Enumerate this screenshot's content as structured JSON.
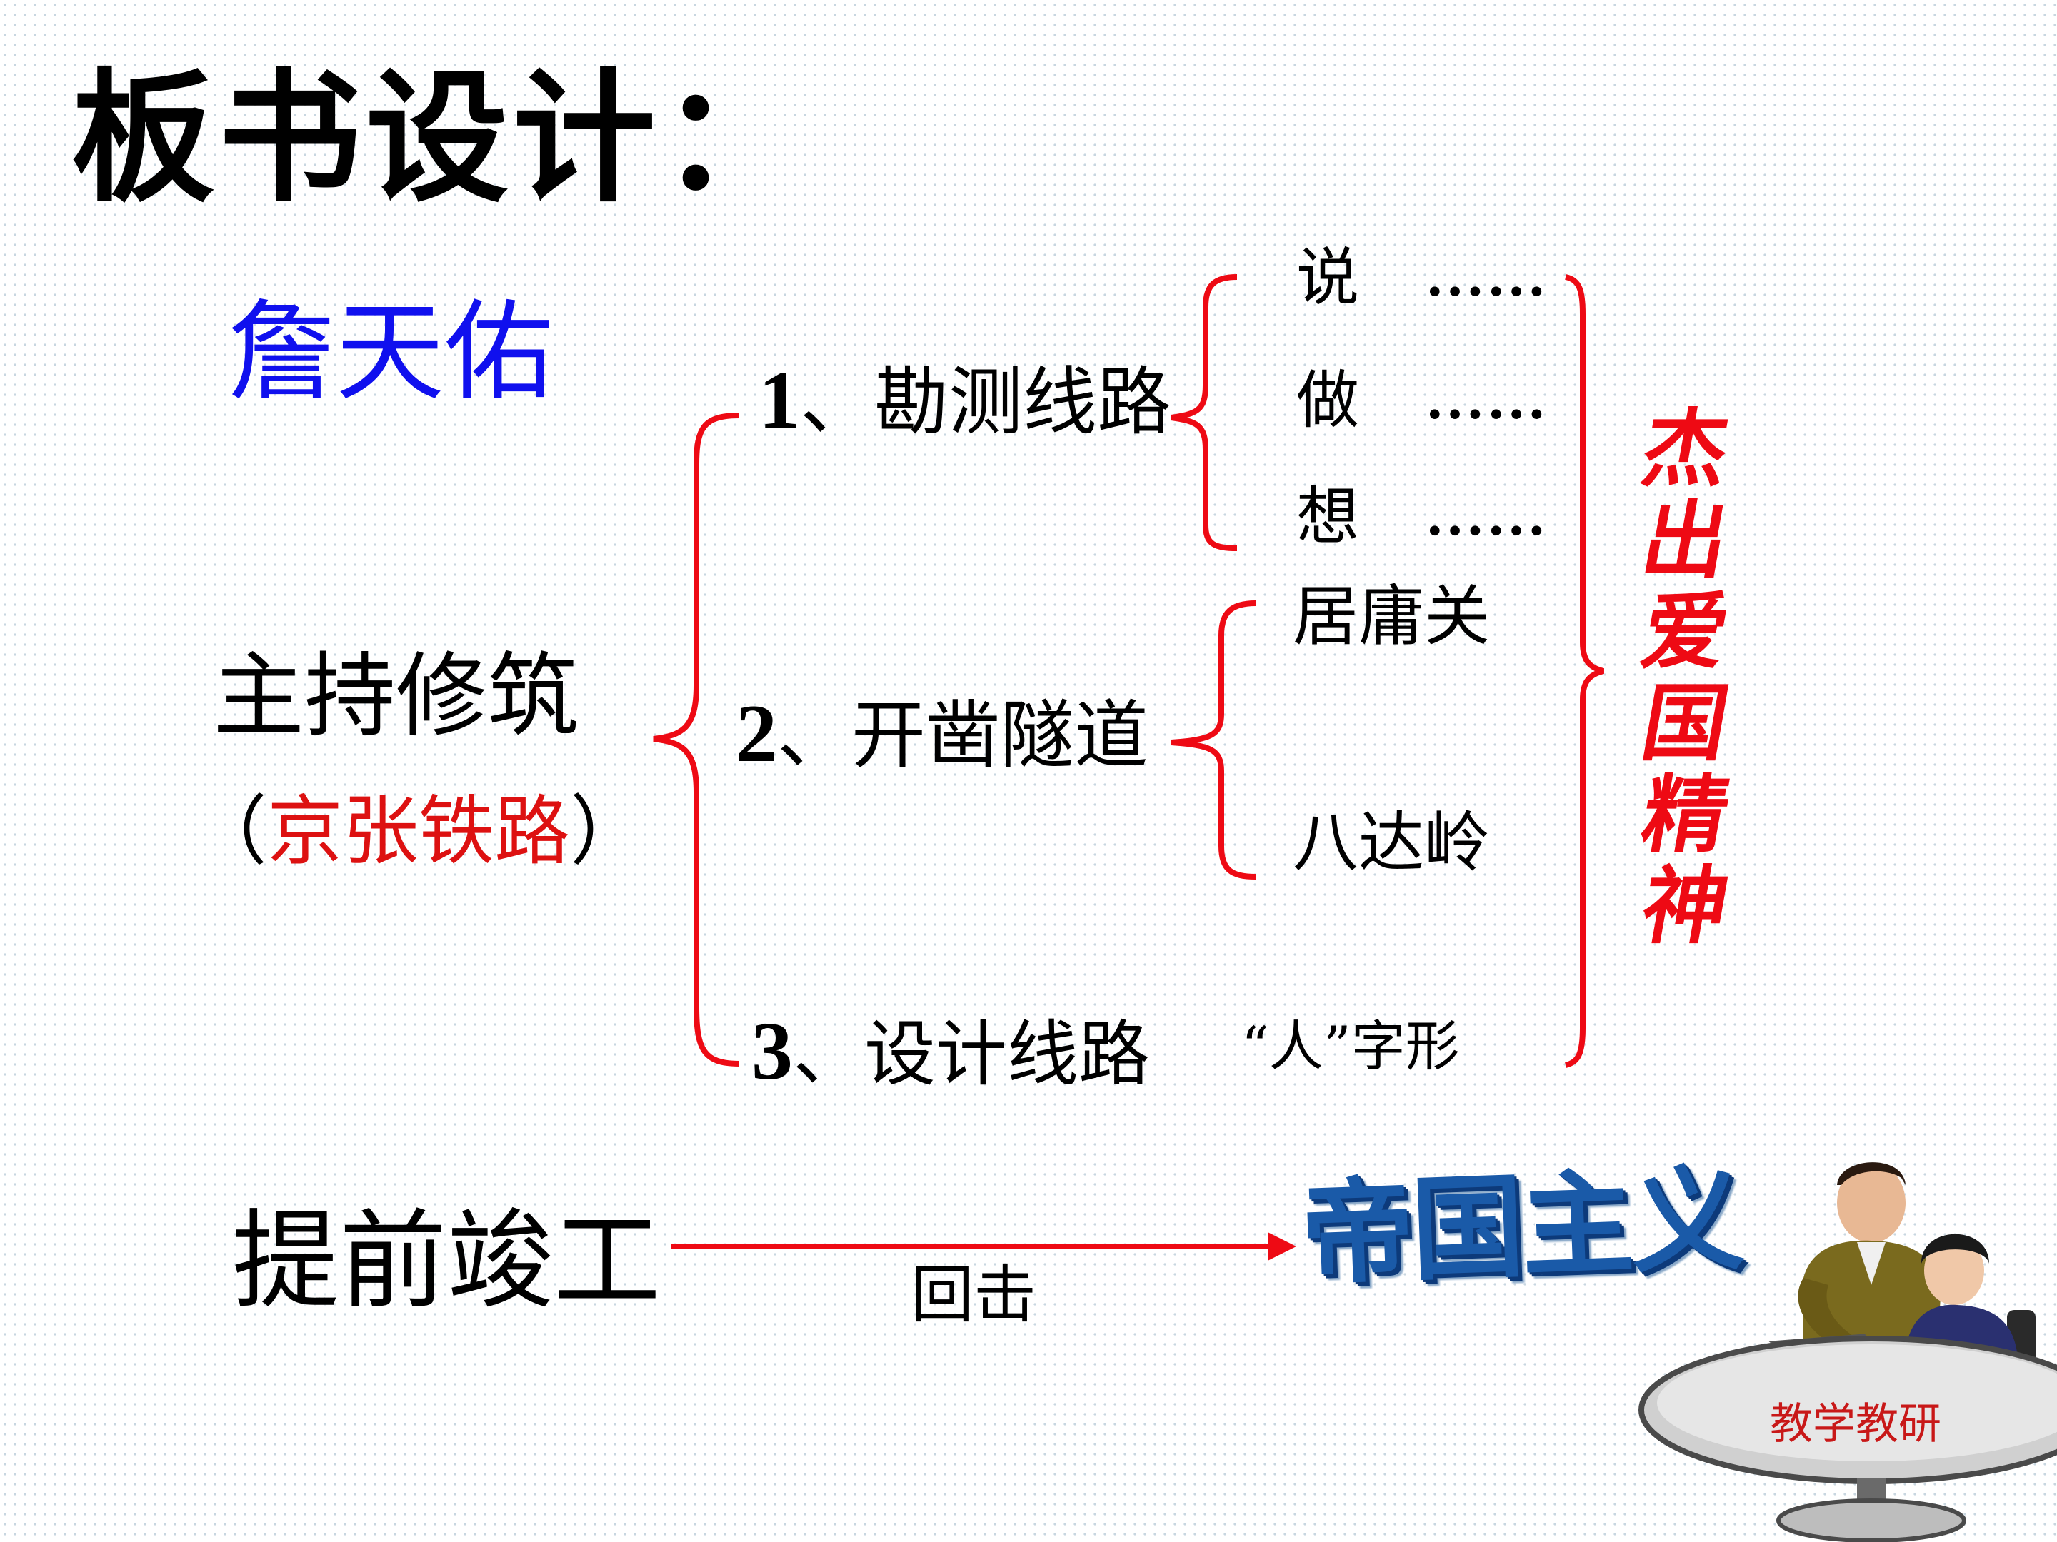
{
  "title": "板书设计：",
  "subject": "詹天佑",
  "main": {
    "label": "主持修筑",
    "paren_open": "（",
    "railway": "京张铁路",
    "paren_close": "）"
  },
  "steps": [
    {
      "num": "1",
      "text": "、勘测线路"
    },
    {
      "num": "2",
      "text": "、开凿隧道"
    },
    {
      "num": "3",
      "text": "、设计线路"
    }
  ],
  "survey_items": [
    {
      "label": "说",
      "dots": "……"
    },
    {
      "label": "做",
      "dots": "……"
    },
    {
      "label": "想",
      "dots": "……"
    }
  ],
  "tunnels": [
    "居庸关",
    "八达岭"
  ],
  "route_shape": "“人”字形",
  "spirit": [
    "杰",
    "出",
    "爱",
    "国",
    "精",
    "神"
  ],
  "completion": "提前竣工",
  "arrow_label": "回击",
  "target": "帝国主义",
  "logo_text": "教学教研",
  "colors": {
    "red": "#ee0a14",
    "blue": "#1010ee",
    "target_blue": "#1a5aa8"
  }
}
